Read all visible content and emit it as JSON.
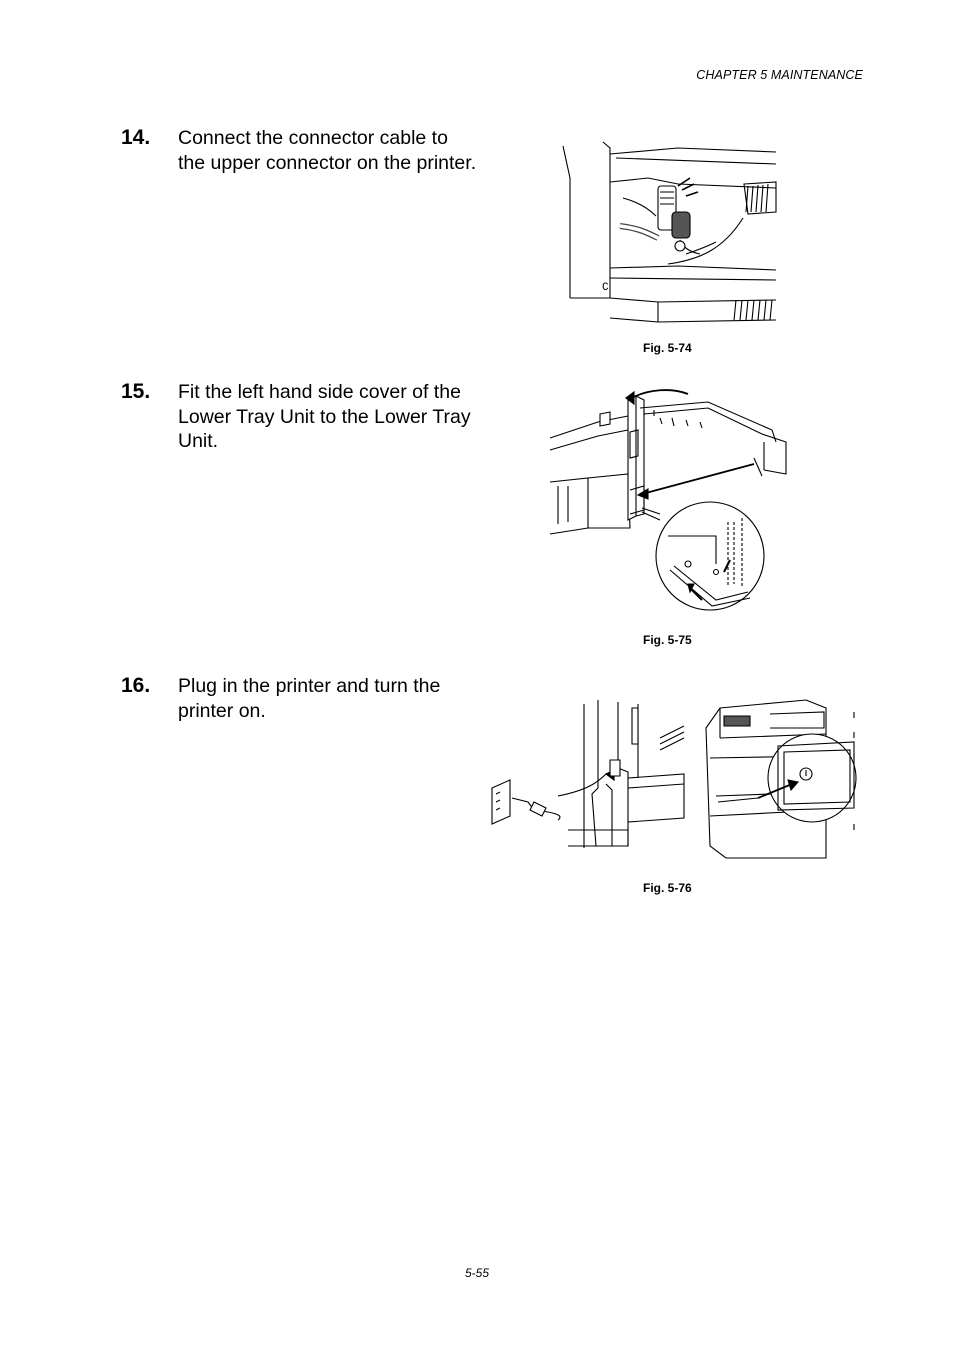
{
  "header": {
    "chapter": "CHAPTER 5 MAINTENANCE"
  },
  "steps": [
    {
      "number": "14.",
      "text": "Connect the connector cable to the upper connector on the printer.",
      "figure": {
        "caption": "Fig. 5-74",
        "label": "C"
      }
    },
    {
      "number": "15.",
      "text": "Fit the left hand side cover of the Lower Tray Unit to the Lower Tray Unit.",
      "figure": {
        "caption": "Fig. 5-75"
      }
    },
    {
      "number": "16.",
      "text": "Plug in the printer and turn the printer on.",
      "figure": {
        "caption": "Fig. 5-76"
      }
    }
  ],
  "footer": {
    "page_number": "5-55"
  }
}
